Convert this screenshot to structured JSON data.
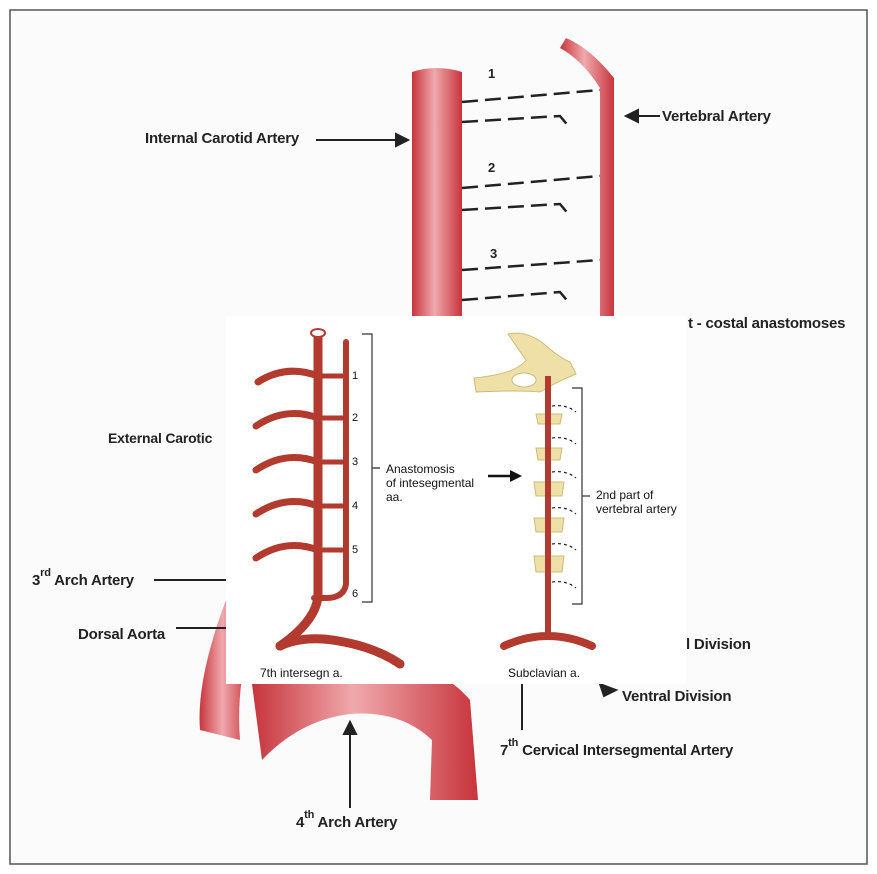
{
  "background_diagram": {
    "labels": {
      "internal_carotid": "Internal Carotid Artery",
      "vertebral": "Vertebral Artery",
      "costal_anastomoses": "t - costal anastomoses",
      "external_carotid": "External Carotic",
      "arch3_prefix": "3",
      "arch3_sup": "rd",
      "arch3_suffix": " Arch Artery",
      "dorsal_aorta": "Dorsal Aorta",
      "dorsal_division": "l Division",
      "ventral_division": "Ventral Division",
      "cervical_prefix": "7",
      "cervical_sup": "th",
      "cervical_suffix": " Cervical Intersegmental Artery",
      "arch4_prefix": "4",
      "arch4_sup": "th",
      "arch4_suffix": " Arch Artery"
    },
    "segment_numbers": [
      "1",
      "2",
      "3"
    ],
    "colors": {
      "artery": "#d4454c",
      "artery_highlight": "#f2b3b6",
      "ink": "#222222"
    }
  },
  "inset_diagram": {
    "left_numbers": [
      "1",
      "2",
      "3",
      "4",
      "5",
      "6"
    ],
    "anastomosis_label": [
      "Anastomosis",
      "of intesegmental",
      "aa."
    ],
    "vertebral_label": [
      "2nd part of",
      "vertebral artery"
    ],
    "left_caption": "7th intersegn a.",
    "right_caption": "Subclavian a.",
    "colors": {
      "artery": "#b23a2e",
      "bone": "#efe0a8",
      "bone_outline": "#cdbb7a"
    }
  }
}
